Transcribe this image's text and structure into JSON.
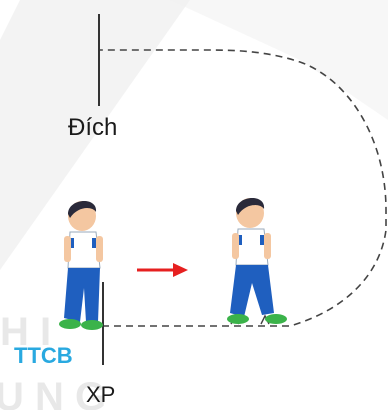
{
  "labels": {
    "finish": "Đích",
    "ready_position": "TTCB",
    "start": "XP"
  },
  "colors": {
    "ready_position": "#29a9e0",
    "direction_arrow": "#e62020",
    "path_line": "#333333",
    "shirt": "#ffffff",
    "pants": "#1f5fbf",
    "shoes": "#3bb34a",
    "hair": "#2a2a3a",
    "skin": "#f4c7a1"
  },
  "icons": {
    "child_start": "child-walking-icon",
    "child_moving": "child-walking-icon",
    "direction": "red-arrow-right-icon"
  }
}
